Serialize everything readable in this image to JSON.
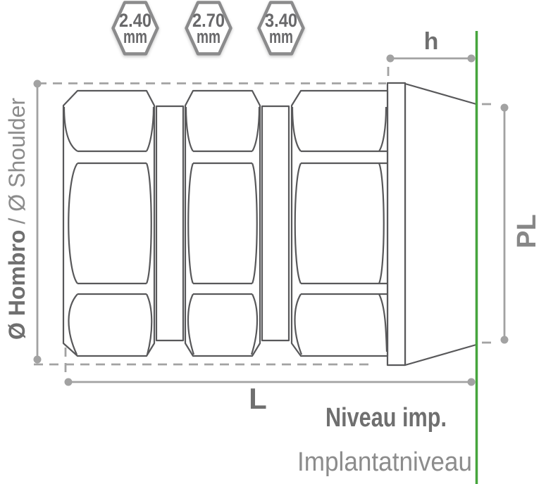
{
  "hex_badges": [
    {
      "value": "2.40",
      "unit": "mm"
    },
    {
      "value": "2.70",
      "unit": "mm"
    },
    {
      "value": "3.40",
      "unit": "mm"
    }
  ],
  "dimensions": {
    "shoulder_label_primary": "Ø Hombro",
    "shoulder_label_secondary": "/ Ø Shoulder",
    "height_label": "h",
    "length_label": "L",
    "platform_label": "PL"
  },
  "implant_level": {
    "line1": "Niveau imp.",
    "line2": "Implantatniveau"
  },
  "colors": {
    "implant_level_line": "#46a53d",
    "dimension": "#a2a2a2",
    "outline": "#58585a",
    "label_bold": "#6f6f6f",
    "label_regular": "#8c8c8c"
  }
}
